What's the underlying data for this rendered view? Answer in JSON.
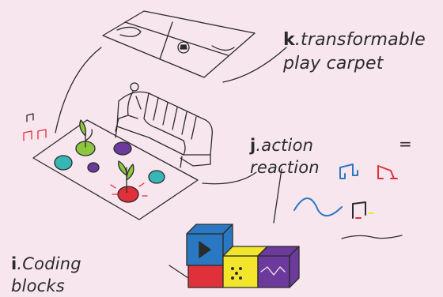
{
  "labels": {
    "k": {
      "letter": "k",
      "line1": ".transformable",
      "line2": "play carpet"
    },
    "j": {
      "letter": "j",
      "line1": ".action",
      "line2": "reaction",
      "equals": "="
    },
    "i": {
      "letter": "i",
      "line1": ".Coding",
      "line2": "blocks"
    }
  },
  "colors": {
    "background": "#f8e6ef",
    "ink": "#2b2b2b",
    "teal": "#36b6b4",
    "green": "#8dc63f",
    "purple": "#6b3a9c",
    "red": "#e0303a",
    "yellow": "#f2e52c",
    "blue": "#2b78c2"
  },
  "icons": [
    "soccer-field-icon",
    "soccer-ball-icon",
    "sofa-icon",
    "person-icon",
    "plant-icon",
    "music-note-icon",
    "play-icon",
    "dice-icon"
  ]
}
